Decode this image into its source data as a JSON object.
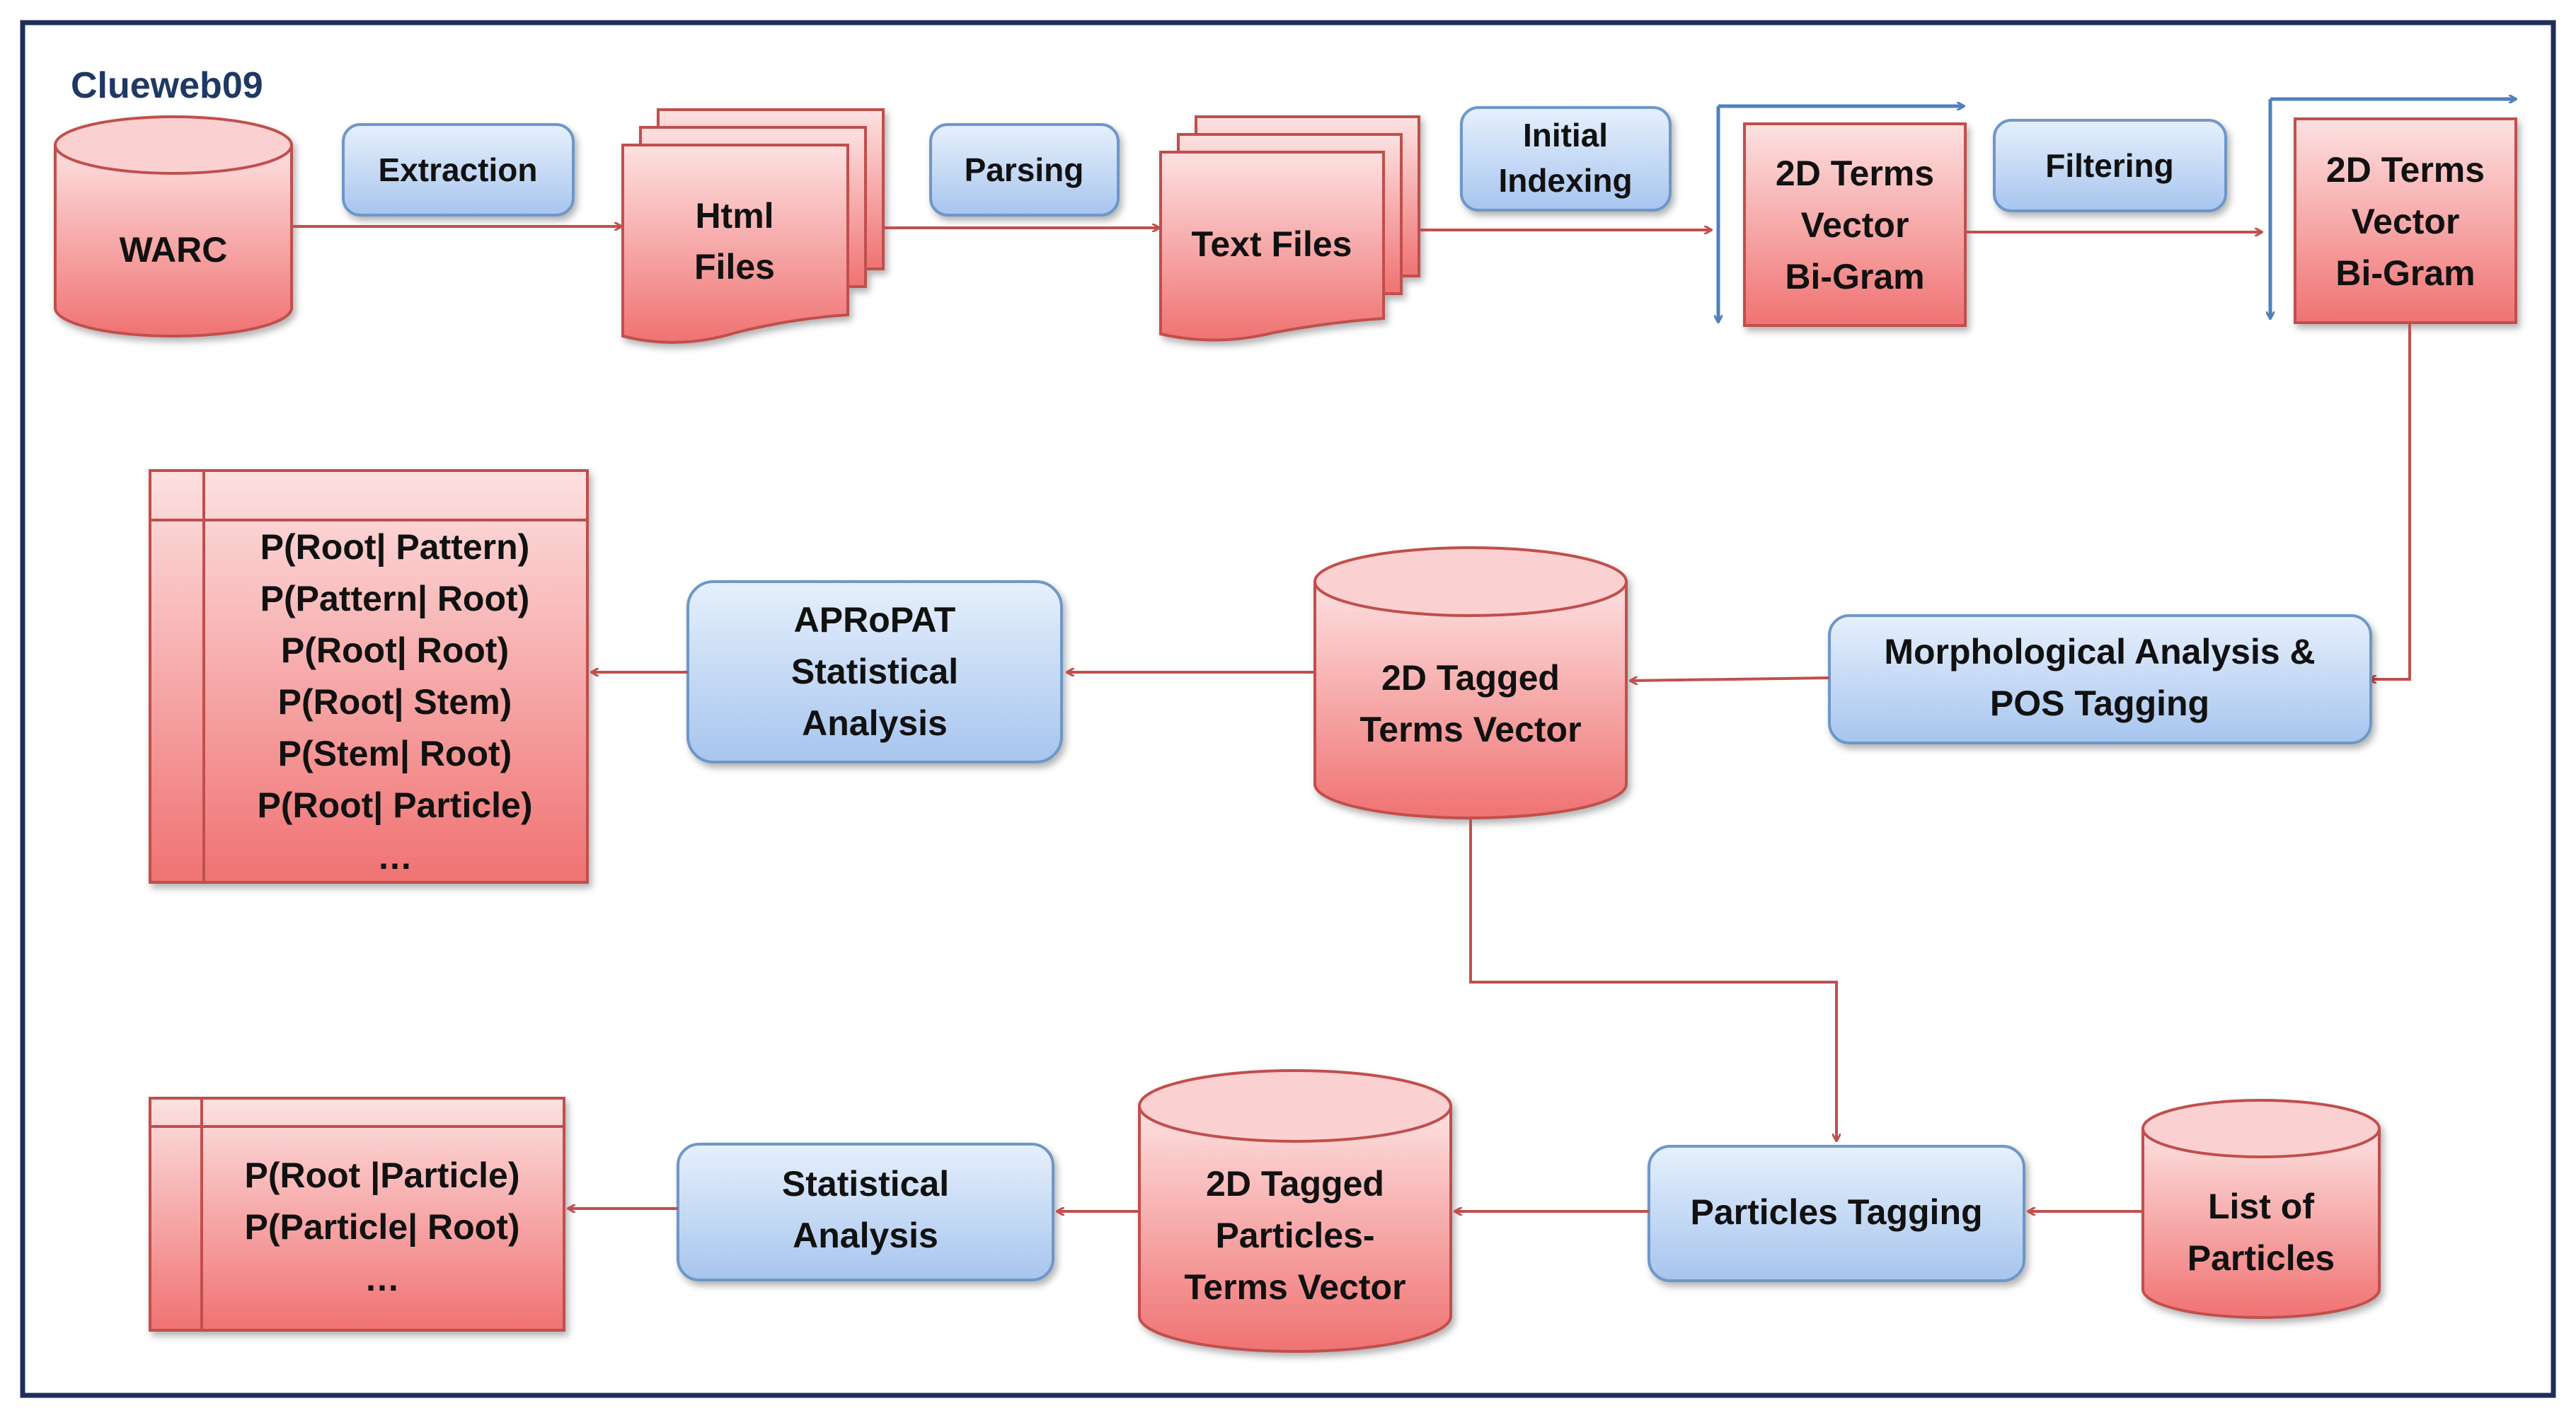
{
  "title": "Clueweb09",
  "colors": {
    "frame": "#1f2d5a",
    "pink_light": "#fde1e1",
    "pink_dark": "#f07272",
    "pink_border": "#c0504d",
    "blue_light": "#e6f0fc",
    "blue_dark": "#a7c5ee",
    "blue_border": "#6e97c8",
    "red_arrow": "#c0504d",
    "blue_arrow": "#4f81bd",
    "title": "#1f3864"
  },
  "nodes": {
    "warc": [
      "WARC"
    ],
    "extraction": [
      "Extraction"
    ],
    "html_files": [
      "Html",
      "Files"
    ],
    "parsing": [
      "Parsing"
    ],
    "text_files": [
      "Text Files"
    ],
    "initial_indexing": [
      "Initial",
      "Indexing"
    ],
    "terms_vector_1": [
      "2D Terms",
      "Vector",
      "Bi-Gram"
    ],
    "filtering": [
      "Filtering"
    ],
    "terms_vector_2": [
      "2D Terms",
      "Vector",
      "Bi-Gram"
    ],
    "morphological": [
      "Morphological Analysis &",
      "POS Tagging"
    ],
    "tagged_terms": [
      "2D Tagged",
      "Terms Vector"
    ],
    "apropat": [
      "APRoPAT",
      "Statistical",
      "Analysis"
    ],
    "prob_table_1": [
      "P(Root| Pattern)",
      "P(Pattern| Root)",
      "P(Root| Root)",
      "P(Root| Stem)",
      "P(Stem| Root)",
      "P(Root| Particle)",
      "…"
    ],
    "list_particles": [
      "List of",
      "Particles"
    ],
    "particles_tagging": [
      "Particles Tagging"
    ],
    "tagged_particles": [
      "2D Tagged",
      "Particles-",
      "Terms Vector"
    ],
    "statistical": [
      "Statistical",
      "Analysis"
    ],
    "prob_table_2": [
      "P(Root |Particle)",
      "P(Particle| Root)",
      "…"
    ]
  }
}
